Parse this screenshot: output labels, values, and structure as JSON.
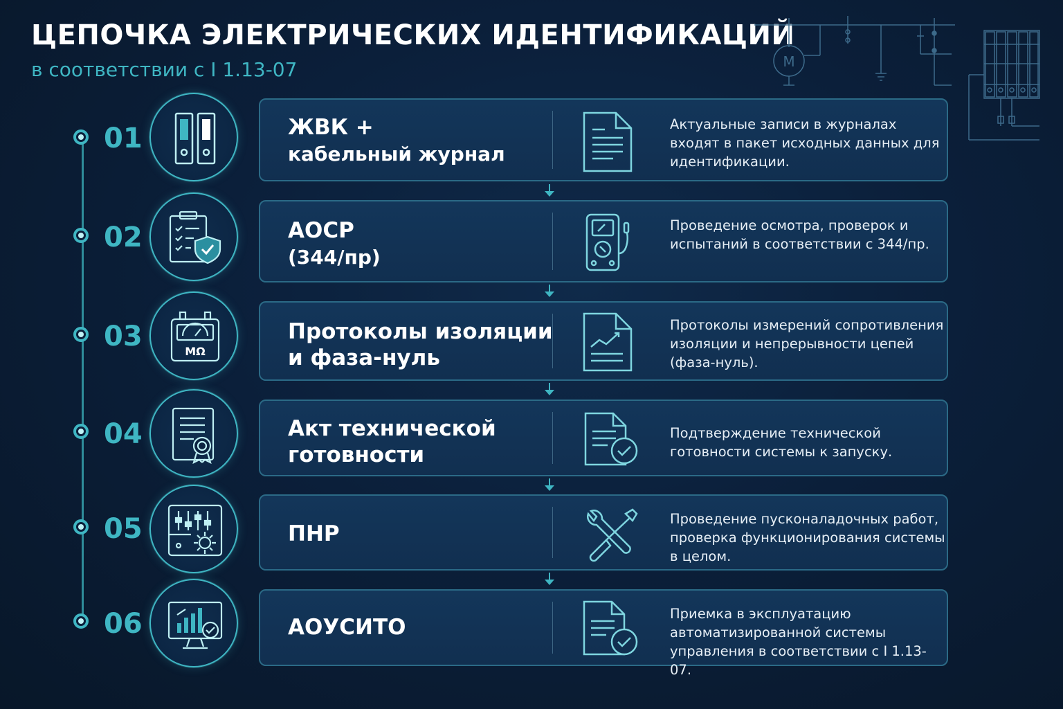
{
  "header": {
    "title": "ЦЕПОЧКА ЭЛЕКТРИЧЕСКИХ ИДЕНТИФИКАЦИЙ",
    "subtitle": "в соответствии с I 1.13-07"
  },
  "decor": {
    "motor_label": "M"
  },
  "colors": {
    "accent": "#3fb6c3",
    "background": "#0b1f3a",
    "card": "#13365a",
    "card_border": "#2b6a86"
  },
  "steps": [
    {
      "number": "01",
      "title_line1": "ЖВК +",
      "title_line2": "кабельный журнал",
      "left_icon": "binders-icon",
      "right_icon": "document-icon",
      "description": "Актуальные записи в журналах входят в пакет исходных данных для идентификации."
    },
    {
      "number": "02",
      "title_line1": "АОСР",
      "title_line2": "(344/пр)",
      "left_icon": "clipboard-shield-icon",
      "right_icon": "multimeter-icon",
      "description": "Проведение осмотра, проверок и испытаний в соответствии с 344/пр."
    },
    {
      "number": "03",
      "title_line1": "Протоколы изоляции",
      "title_line2": "и фаза-нуль",
      "left_icon": "megohmmeter-icon",
      "meter_label": "MΩ",
      "right_icon": "document-chart-icon",
      "description": "Протоколы измерений сопротивления изоляции и непрерывности цепей (фаза-нуль)."
    },
    {
      "number": "04",
      "title_line1": "Акт технической",
      "title_line2": "готовности",
      "left_icon": "certificate-icon",
      "right_icon": "document-check-icon",
      "description": "Подтверждение технической готовности системы к запуску."
    },
    {
      "number": "05",
      "title_line1": "ПНР",
      "title_line2": "",
      "left_icon": "control-panel-gear-icon",
      "right_icon": "wrench-screwdriver-icon",
      "description": "Проведение пусконаладочных работ, проверка функционирования системы в целом."
    },
    {
      "number": "06",
      "title_line1": "АОУСИТО",
      "title_line2": "",
      "left_icon": "monitor-chart-icon",
      "right_icon": "document-check-icon",
      "description": "Приемка в эксплуатацию автоматизированной системы управления в соответствии с I 1.13-07."
    }
  ]
}
